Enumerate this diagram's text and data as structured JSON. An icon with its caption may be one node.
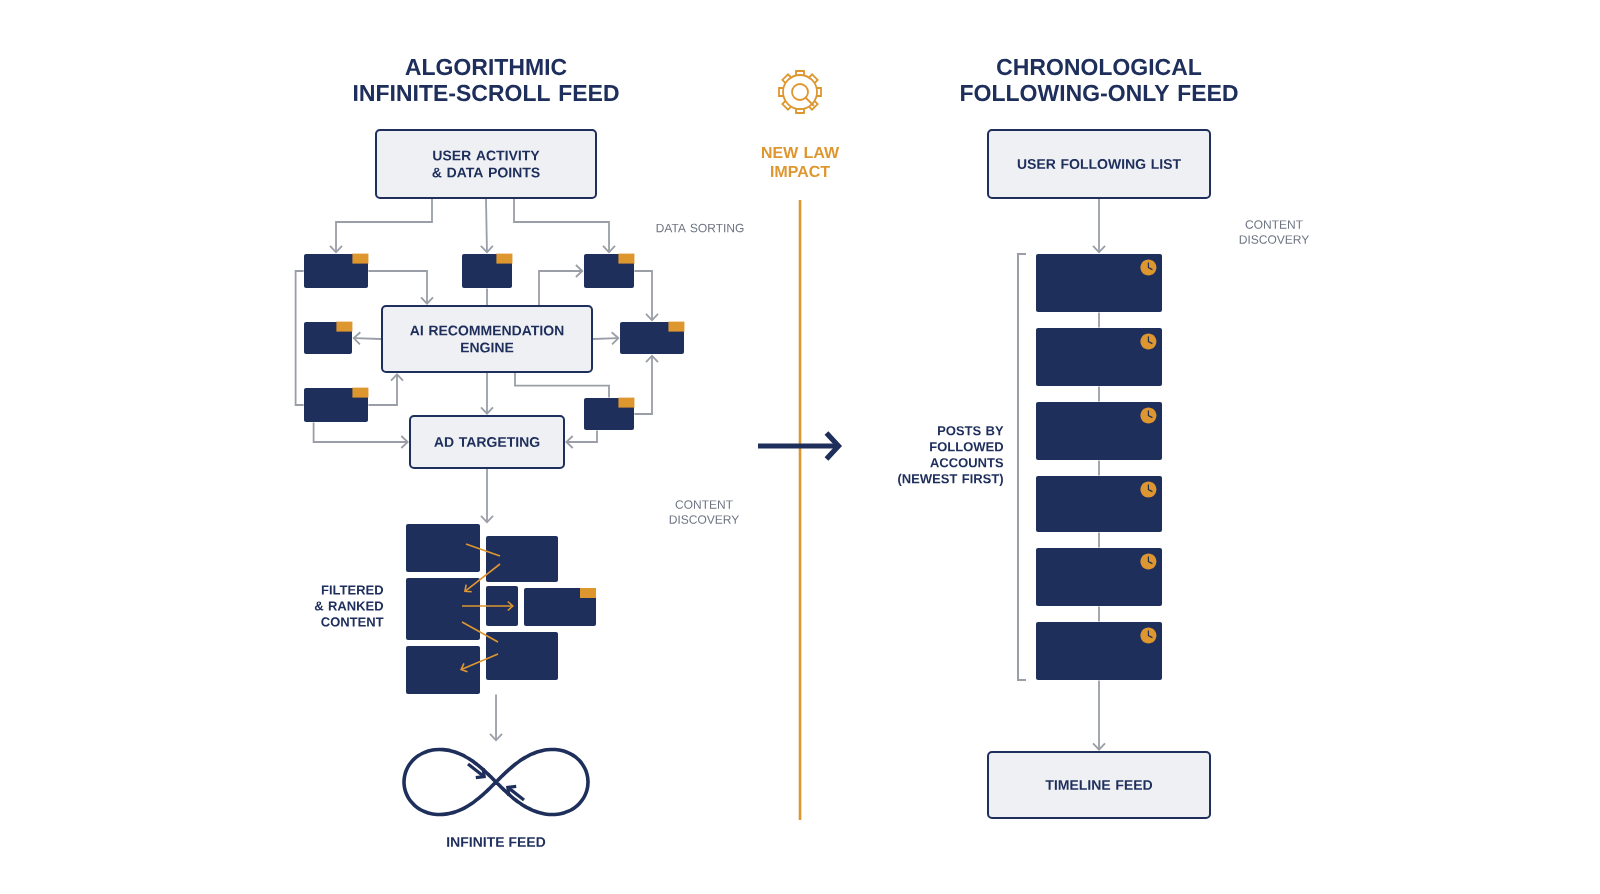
{
  "diagram": {
    "nodes": [
      {
        "text": [
          "USER ACTIVITY & DATA POINTS"
        ]
      },
      {
        "text": [],
        "shape": "box"
      },
      {
        "text": [],
        "shape": "box"
      },
      {
        "text": [],
        "shape": "box"
      },
      {
        "text": [
          "AI RECOMMENDATION ENGINE"
        ]
      },
      {
        "text": [],
        "shape": "box"
      },
      {
        "text": [],
        "shape": "box"
      },
      {
        "text": [],
        "shape": "box"
      },
      {
        "text": [],
        "shape": "box"
      },
      {
        "text": [
          "AD TARGETING"
        ]
      },
      {
        "text": [
          "FILTERED & RANKED CONTENT"
        ]
      },
      {
        "text": [
          "INFINITE FEED"
        ]
      },
      {
        "text": [
          "USER FOLLOWING LIST"
        ]
      },
      {
        "text": [],
        "shape": "box"
      },
      {
        "text": [],
        "shape": "box"
      },
      {
        "text": [],
        "shape": "box"
      },
      {
        "text": [],
        "shape": "box"
      },
      {
        "text": [],
        "shape": "box"
      },
      {
        "text": [],
        "shape": "box"
      },
      {
        "text": [
          "TIMELINE FEED"
        ]
      }
    ],
    "edges": [
      {
        "from": 0,
        "to": 1,
        "arrow": "to"
      },
      {
        "from": 0,
        "to": 2,
        "arrow": "to"
      },
      {
        "from": 0,
        "to": 3,
        "arrow": "to"
      },
      {
        "from": 1,
        "to": 4,
        "arrow": "to"
      },
      {
        "from": 2,
        "to": 4,
        "arrow": "none"
      },
      {
        "from": 4,
        "to": 3,
        "arrow": "to"
      },
      {
        "from": 3,
        "to": 6,
        "arrow": "to"
      },
      {
        "from": 4,
        "to": 5,
        "arrow": "to"
      },
      {
        "from": 4,
        "to": 6,
        "arrow": "to"
      },
      {
        "from": 1,
        "to": 7,
        "arrow": "none"
      },
      {
        "from": 7,
        "to": 4,
        "arrow": "to"
      },
      {
        "from": 7,
        "to": 9,
        "arrow": "to"
      },
      {
        "from": 4,
        "to": 9,
        "arrow": "to"
      },
      {
        "from": 4,
        "to": 8,
        "arrow": "none"
      },
      {
        "from": 8,
        "to": 6,
        "arrow": "to"
      },
      {
        "from": 8,
        "to": 9,
        "arrow": "to"
      },
      {
        "from": 9,
        "to": 10,
        "arrow": "to"
      },
      {
        "from": 10,
        "to": 11,
        "arrow": "to"
      },
      {
        "from": 12,
        "to": 13,
        "arrow": "to"
      },
      {
        "from": 13,
        "to": 14,
        "arrow": "none"
      },
      {
        "from": 14,
        "to": 15,
        "arrow": "none"
      },
      {
        "from": 15,
        "to": 16,
        "arrow": "none"
      },
      {
        "from": 16,
        "to": 17,
        "arrow": "none"
      },
      {
        "from": 17,
        "to": 18,
        "arrow": "none"
      },
      {
        "from": 18,
        "to": 19,
        "arrow": "to"
      }
    ],
    "labels": [
      "ALGORITHMIC INFINITE-SCROLL FEED",
      "NEW LAW IMPACT",
      "CHRONOLOGICAL FOLLOWING-ONLY FEED",
      "DATA SORTING",
      "CONTENT DISCOVERY",
      "POSTS BY FOLLOWED ACCOUNTS (NEWEST FIRST)",
      "CONTENT DISCOVERY"
    ]
  }
}
